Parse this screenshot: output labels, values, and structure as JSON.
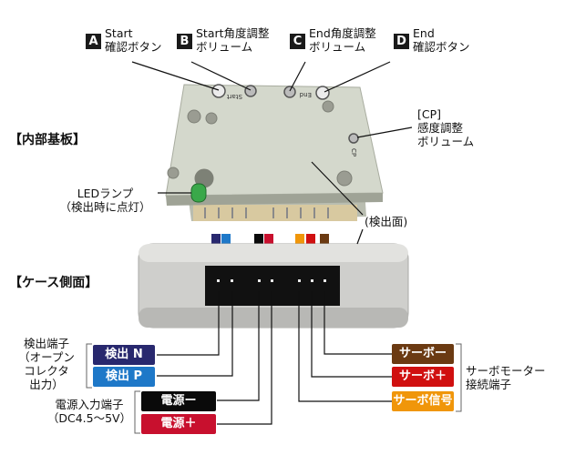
{
  "callouts": {
    "a": {
      "badge": "A",
      "line1": "Start",
      "line2": "確認ボタン"
    },
    "b": {
      "badge": "B",
      "line1": "Start角度調整",
      "line2": "ボリューム"
    },
    "c": {
      "badge": "C",
      "line1": "End角度調整",
      "line2": "ボリューム"
    },
    "d": {
      "badge": "D",
      "line1": "End",
      "line2": "確認ボタン"
    }
  },
  "sections": {
    "board": "【内部基板】",
    "case_side": "【ケース側面】"
  },
  "labels": {
    "cp_line1": "[CP]",
    "cp_line2": "感度調整",
    "cp_line3": "ボリューム",
    "led_line1": "LEDランプ",
    "led_line2": "（検出時に点灯）",
    "detect_face": "(検出面)",
    "pcb_start": "Start",
    "pcb_end": "End",
    "pcb_cp": "CP",
    "det_term_1": "検出端子",
    "det_term_2": "（オープン",
    "det_term_3": "コレクタ",
    "det_term_4": "出力）",
    "pwr_term_1": "電源入力端子",
    "pwr_term_2": "（DC4.5〜5V）",
    "servo_term_1": "サーボモーター",
    "servo_term_2": "接続端子"
  },
  "tags": {
    "detect_n": {
      "text": "検出 N",
      "color": "#28286e"
    },
    "detect_p": {
      "text": "検出 P",
      "color": "#1e78c8"
    },
    "power_minus": {
      "text": "電源ー",
      "color": "#0a0a0a"
    },
    "power_plus": {
      "text": "電源＋",
      "color": "#c8102e"
    },
    "servo_minus": {
      "text": "サーボー",
      "color": "#6b3a12"
    },
    "servo_plus": {
      "text": "サーボ＋",
      "color": "#d01010"
    },
    "servo_signal": {
      "text": "サーボ信号",
      "color": "#f0960a"
    }
  },
  "wire_colors": [
    "#28286e",
    "#1e78c8",
    "#0a0a0a",
    "#c8102e",
    "#f0960a",
    "#d01010",
    "#6b3a12"
  ]
}
